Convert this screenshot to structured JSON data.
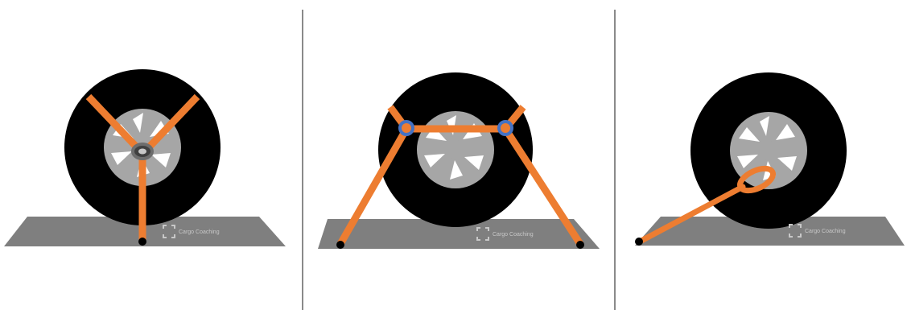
{
  "colors": {
    "background": "#ffffff",
    "ground": "#7f7f7f",
    "tire": "#000000",
    "rim": "#a6a6a6",
    "spoke_gap": "#ffffff",
    "strap": "#ed7d31",
    "ring": "#4472c4",
    "anchor": "#000000",
    "divider": "#8a8a8a",
    "watermark": "#c8c8c8"
  },
  "panels": [
    {
      "id": "panel-1",
      "method": "three-point-strap-with-center-ring",
      "watermark": "Cargo Coaching"
    },
    {
      "id": "panel-2",
      "method": "over-tire-strap-with-two-rings",
      "watermark": "Cargo Coaching"
    },
    {
      "id": "panel-3",
      "method": "single-strap-looped-through-rim",
      "watermark": "Cargo Coaching"
    }
  ]
}
